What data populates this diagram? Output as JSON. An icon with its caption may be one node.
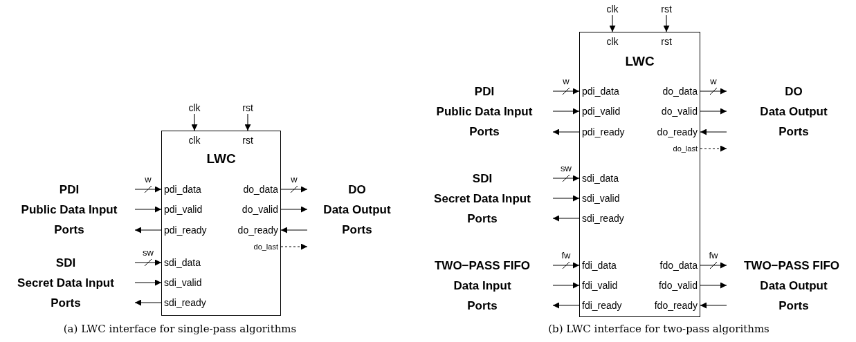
{
  "diagram": {
    "nodes": [
      {
        "text": [
          "clk"
        ]
      },
      {
        "text": [
          "rst"
        ]
      },
      {
        "text": [
          "LWC"
        ]
      },
      {
        "text": [
          "clk"
        ],
        "in": 2
      },
      {
        "text": [
          "rst"
        ],
        "in": 2
      },
      {
        "text": [
          "pdi_data"
        ],
        "in": 2
      },
      {
        "text": [
          "pdi_valid"
        ],
        "in": 2
      },
      {
        "text": [
          "pdi_ready"
        ],
        "in": 2
      },
      {
        "text": [
          "sdi_data"
        ],
        "in": 2
      },
      {
        "text": [
          "sdi_valid"
        ],
        "in": 2
      },
      {
        "text": [
          "sdi_ready"
        ],
        "in": 2
      },
      {
        "text": [
          "do_data"
        ],
        "in": 2
      },
      {
        "text": [
          "do_valid"
        ],
        "in": 2
      },
      {
        "text": [
          "do_ready"
        ],
        "in": 2
      },
      {
        "text": [
          "do_last"
        ],
        "in": 2
      },
      {
        "text": [
          "clk"
        ]
      },
      {
        "text": [
          "rst"
        ]
      },
      {
        "text": [
          "LWC"
        ]
      },
      {
        "text": [
          "clk"
        ],
        "in": 17
      },
      {
        "text": [
          "rst"
        ],
        "in": 17
      },
      {
        "text": [
          "pdi_data"
        ],
        "in": 17
      },
      {
        "text": [
          "pdi_valid"
        ],
        "in": 17
      },
      {
        "text": [
          "pdi_ready"
        ],
        "in": 17
      },
      {
        "text": [
          "sdi_data"
        ],
        "in": 17
      },
      {
        "text": [
          "sdi_valid"
        ],
        "in": 17
      },
      {
        "text": [
          "sdi_ready"
        ],
        "in": 17
      },
      {
        "text": [
          "fdi_data"
        ],
        "in": 17
      },
      {
        "text": [
          "fdi_valid"
        ],
        "in": 17
      },
      {
        "text": [
          "fdi_ready"
        ],
        "in": 17
      },
      {
        "text": [
          "do_data"
        ],
        "in": 17
      },
      {
        "text": [
          "do_valid"
        ],
        "in": 17
      },
      {
        "text": [
          "do_ready"
        ],
        "in": 17
      },
      {
        "text": [
          "do_last"
        ],
        "in": 17
      },
      {
        "text": [
          "fdo_data"
        ],
        "in": 17
      },
      {
        "text": [
          "fdo_valid"
        ],
        "in": 17
      },
      {
        "text": [
          "fdo_ready"
        ],
        "in": 17
      }
    ],
    "edges": [
      {
        "from": 0,
        "to": 3,
        "arrow": "to"
      },
      {
        "from": 1,
        "to": 4,
        "arrow": "to"
      },
      {
        "from": null,
        "to": 5,
        "arrow": "to",
        "label": "w"
      },
      {
        "from": null,
        "to": 6,
        "arrow": "to"
      },
      {
        "from": 7,
        "to": null,
        "arrow": "to"
      },
      {
        "from": null,
        "to": 8,
        "arrow": "to",
        "label": "sw"
      },
      {
        "from": null,
        "to": 9,
        "arrow": "to"
      },
      {
        "from": 10,
        "to": null,
        "arrow": "to"
      },
      {
        "from": 11,
        "to": null,
        "arrow": "to",
        "label": "w"
      },
      {
        "from": 12,
        "to": null,
        "arrow": "to"
      },
      {
        "from": null,
        "to": 13,
        "arrow": "to"
      },
      {
        "from": 14,
        "to": null,
        "arrow": "to",
        "style": "dashed"
      },
      {
        "from": 15,
        "to": 18,
        "arrow": "to"
      },
      {
        "from": 16,
        "to": 19,
        "arrow": "to"
      },
      {
        "from": null,
        "to": 20,
        "arrow": "to",
        "label": "w"
      },
      {
        "from": null,
        "to": 21,
        "arrow": "to"
      },
      {
        "from": 22,
        "to": null,
        "arrow": "to"
      },
      {
        "from": null,
        "to": 23,
        "arrow": "to",
        "label": "sw"
      },
      {
        "from": null,
        "to": 24,
        "arrow": "to"
      },
      {
        "from": 25,
        "to": null,
        "arrow": "to"
      },
      {
        "from": null,
        "to": 26,
        "arrow": "to",
        "label": "fw"
      },
      {
        "from": null,
        "to": 27,
        "arrow": "to"
      },
      {
        "from": 28,
        "to": null,
        "arrow": "to"
      },
      {
        "from": 29,
        "to": null,
        "arrow": "to",
        "label": "w"
      },
      {
        "from": 30,
        "to": null,
        "arrow": "to"
      },
      {
        "from": null,
        "to": 31,
        "arrow": "to"
      },
      {
        "from": 32,
        "to": null,
        "arrow": "to",
        "style": "dashed"
      },
      {
        "from": 33,
        "to": null,
        "arrow": "to",
        "label": "fw"
      },
      {
        "from": 34,
        "to": null,
        "arrow": "to"
      },
      {
        "from": null,
        "to": 35,
        "arrow": "to"
      }
    ],
    "labels": [
      "PDI",
      "Public Data Input Ports",
      "SDI",
      "Secret Data Input Ports",
      "DO",
      "Data Output Ports",
      "(a) LWC interface for single-pass algorithms",
      "PDI",
      "Public Data Input Ports",
      "SDI",
      "Secret Data Input Ports",
      "TWO−PASS FIFO",
      "Data Input Ports",
      "DO",
      "Data Output Ports",
      "TWO−PASS FIFO",
      "Data Output Ports",
      "(b) LWC interface for two-pass algorithms"
    ]
  }
}
